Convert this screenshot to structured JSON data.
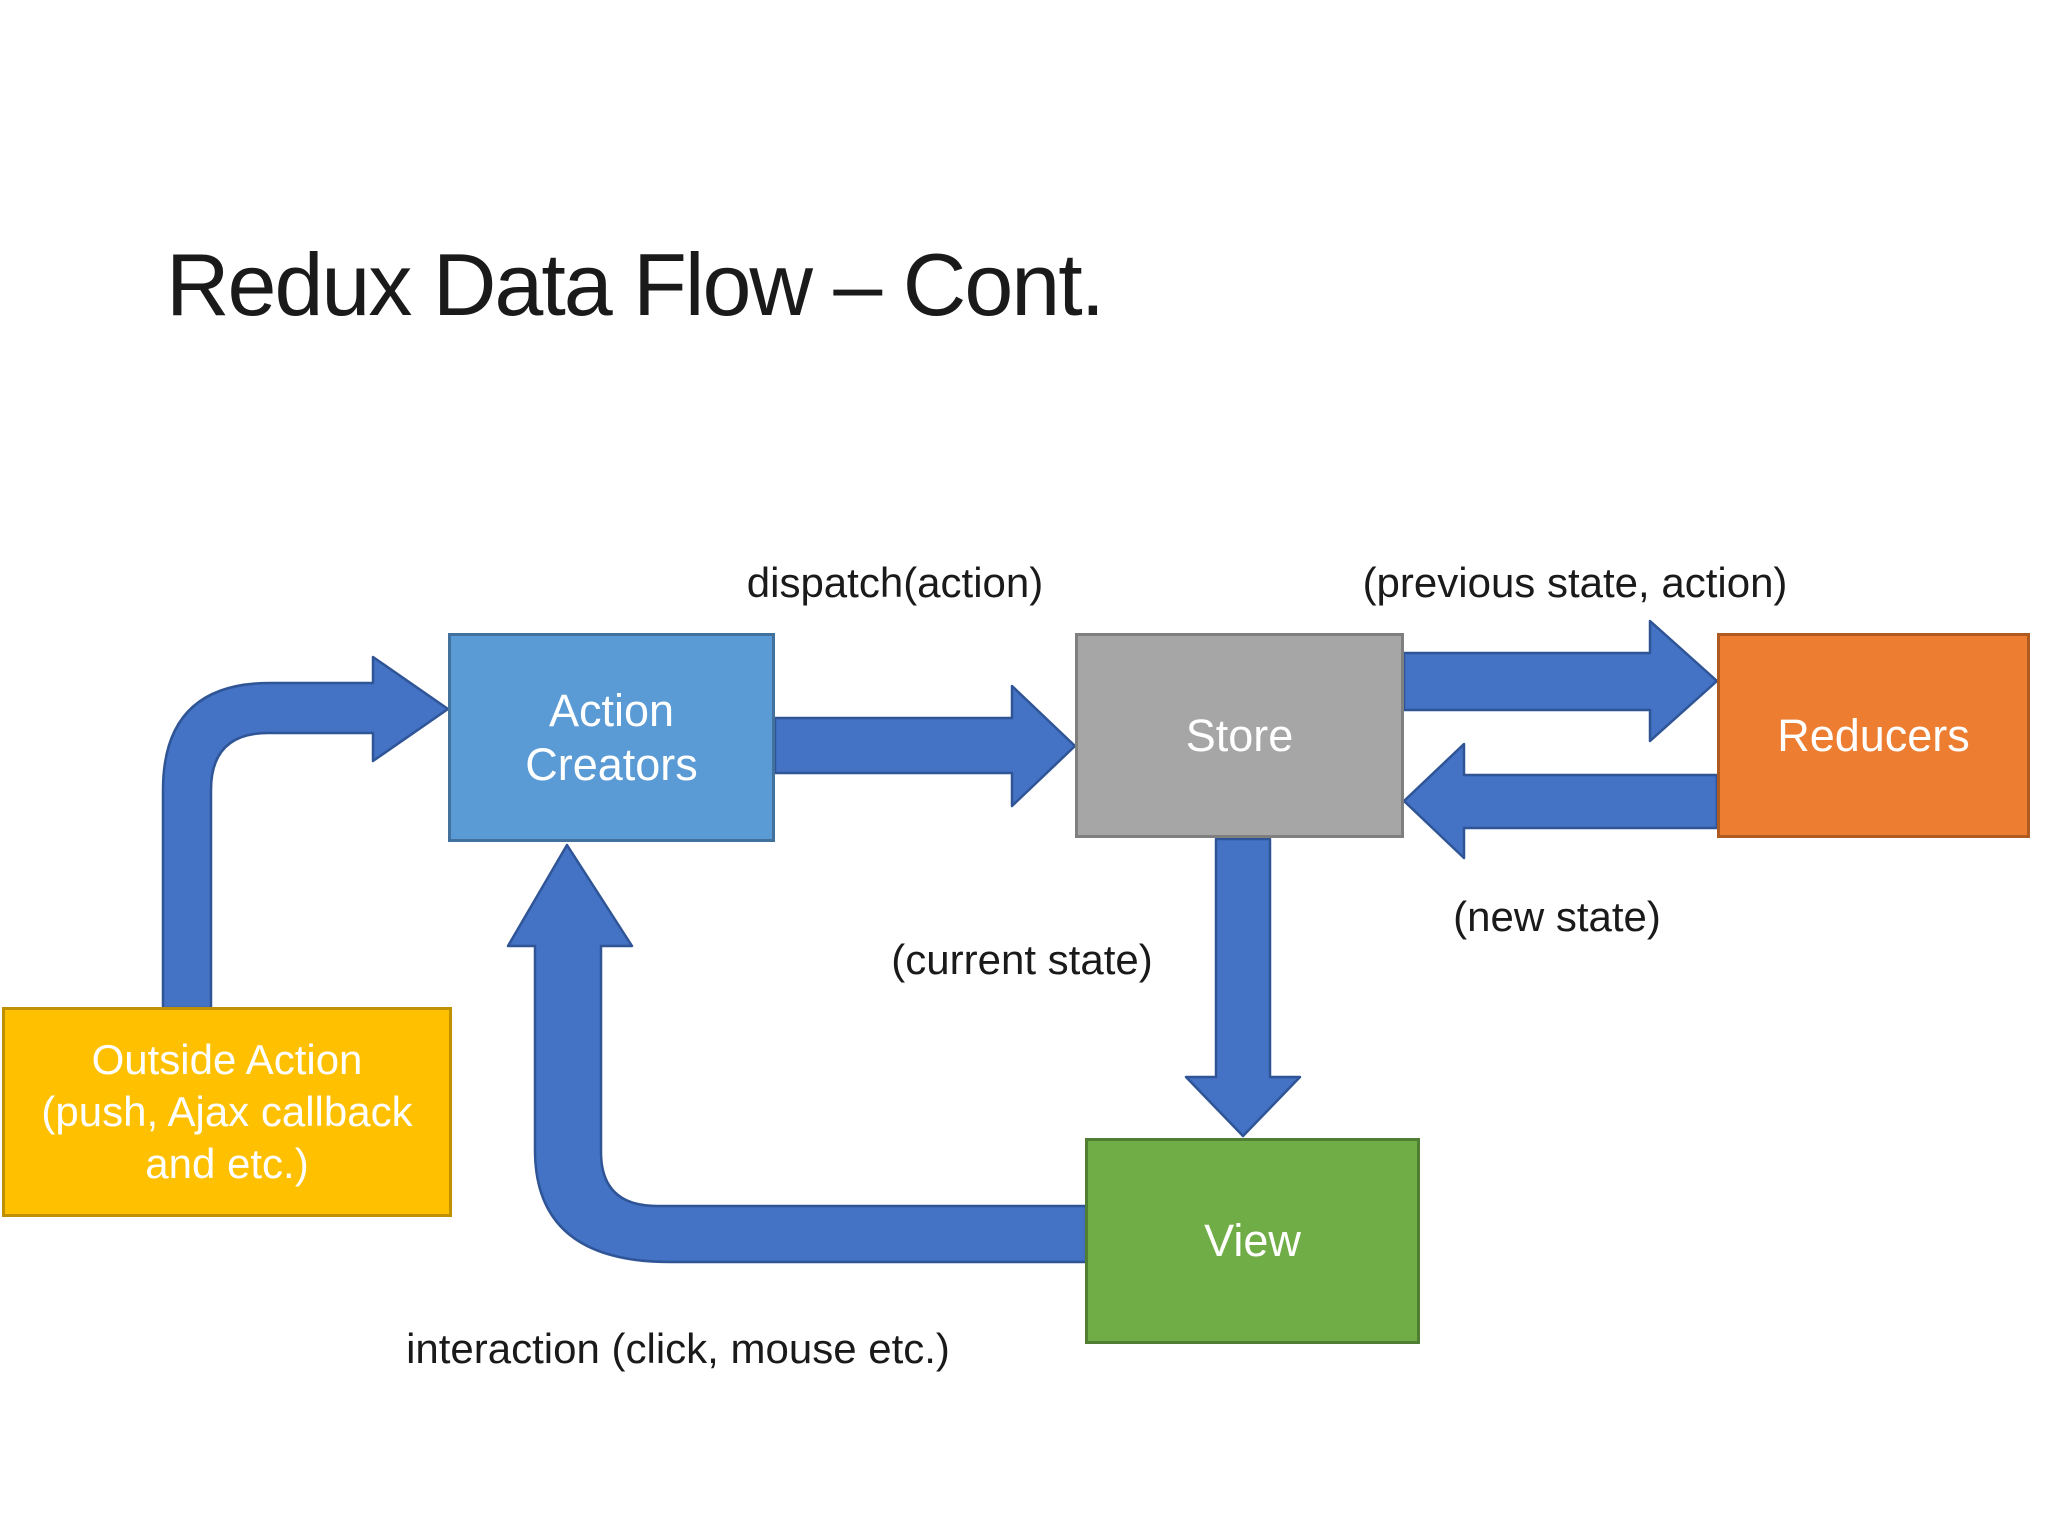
{
  "slide": {
    "title": "Redux Data Flow – Cont."
  },
  "diagram": {
    "nodes": {
      "action_creators": {
        "label": "Action\nCreators",
        "fill": "#5B9BD5",
        "border": "#41719C"
      },
      "store": {
        "label": "Store",
        "fill": "#A6A6A6",
        "border": "#7F7F7F"
      },
      "reducers": {
        "label": "Reducers",
        "fill": "#ED7D31",
        "border": "#AE5A21"
      },
      "view": {
        "label": "View",
        "fill": "#70AD47",
        "border": "#507E32"
      },
      "outside_action": {
        "label": "Outside Action\n(push, Ajax callback\nand etc.)",
        "fill": "#FFC000",
        "border": "#BF9000"
      }
    },
    "edge_labels": {
      "dispatch": "dispatch(action)",
      "previous_state": "(previous state, action)",
      "new_state": "(new state)",
      "current_state": "(current state)",
      "interaction": "interaction (click, mouse etc.)"
    },
    "arrow_color": "#4472C4",
    "arrow_outline": "#2F5597",
    "background": "#FFFFFF",
    "text_color": "#1A1A1A",
    "node_text_color": "#FFFFFF"
  }
}
